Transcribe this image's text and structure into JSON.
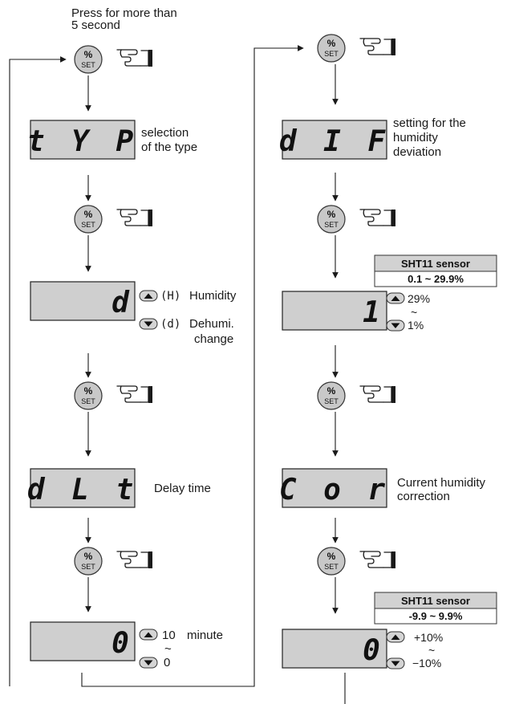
{
  "intro": {
    "line1": "Press for more than",
    "line2": "5 second"
  },
  "set_button": {
    "top": "%",
    "bottom": "SET"
  },
  "left": {
    "typ_display": "t Y P",
    "typ_desc_1": "selection",
    "typ_desc_2": "of the type",
    "d_display": "d",
    "up_hint": "(H)",
    "up_label": "Humidity",
    "down_hint": "(d)",
    "down_label": "Dehumi.",
    "change_label": "change",
    "dlt_display": "d L t",
    "dlt_desc": "Delay time",
    "zero_display": "0",
    "max_value": "10",
    "max_unit": "minute",
    "range_sym": "~",
    "min_value": "0"
  },
  "right": {
    "dif_display": "d I F",
    "dif_desc_1": "setting for the",
    "dif_desc_2": "humidity",
    "dif_desc_3": "deviation",
    "sensor1_title": "SHT11  sensor",
    "sensor1_range": "0.1 ~ 29.9%",
    "one_display": "1",
    "up_value": "29%",
    "range_sym": "~",
    "down_value": "1%",
    "cor_display": "C o r",
    "cor_desc_1": "Current humidity",
    "cor_desc_2": "correction",
    "sensor2_title": "SHT11  sensor",
    "sensor2_range": "-9.9 ~ 9.9%",
    "zero_display": "0",
    "plus_value": "+10%",
    "minus_value": "−10%"
  }
}
